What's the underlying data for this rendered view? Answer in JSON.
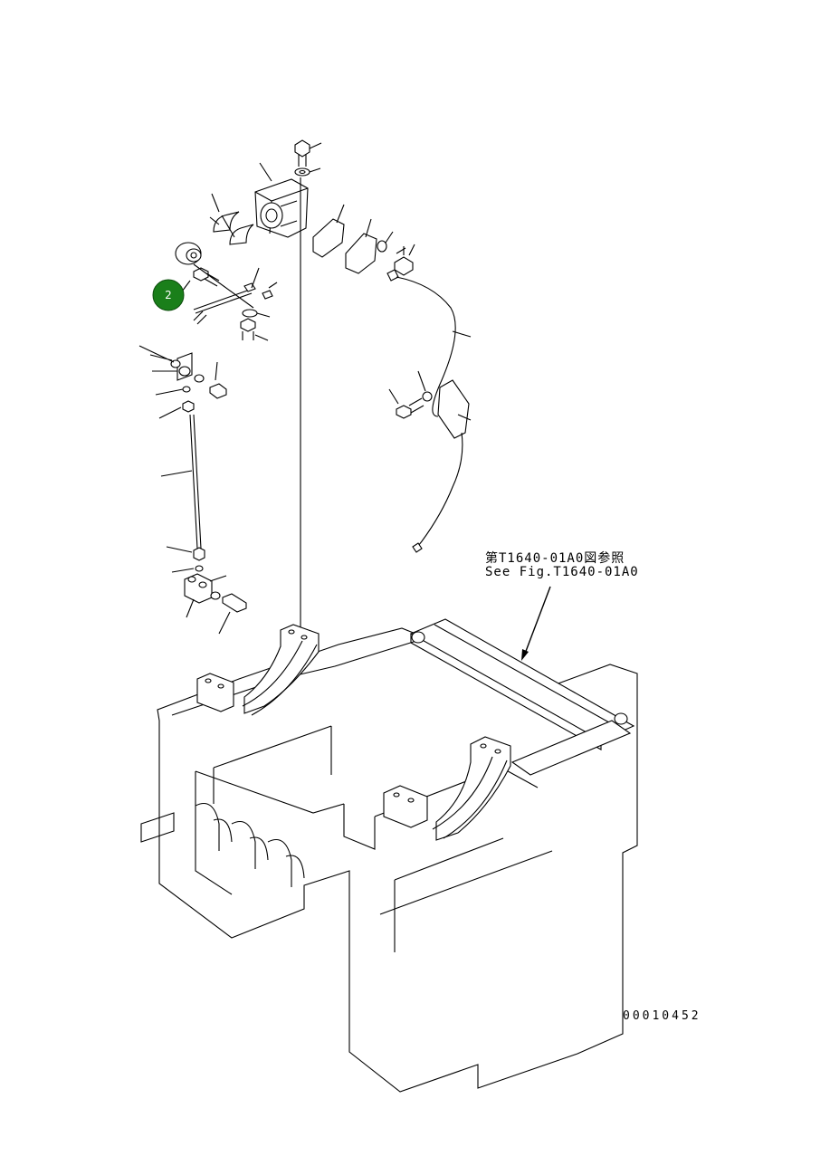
{
  "reference": {
    "japanese": "第T1640-01A0図参照",
    "english": "See Fig.T1640-01A0"
  },
  "drawing_number": "00010452",
  "callout": {
    "label": "2",
    "color": "#1a7f1a"
  }
}
